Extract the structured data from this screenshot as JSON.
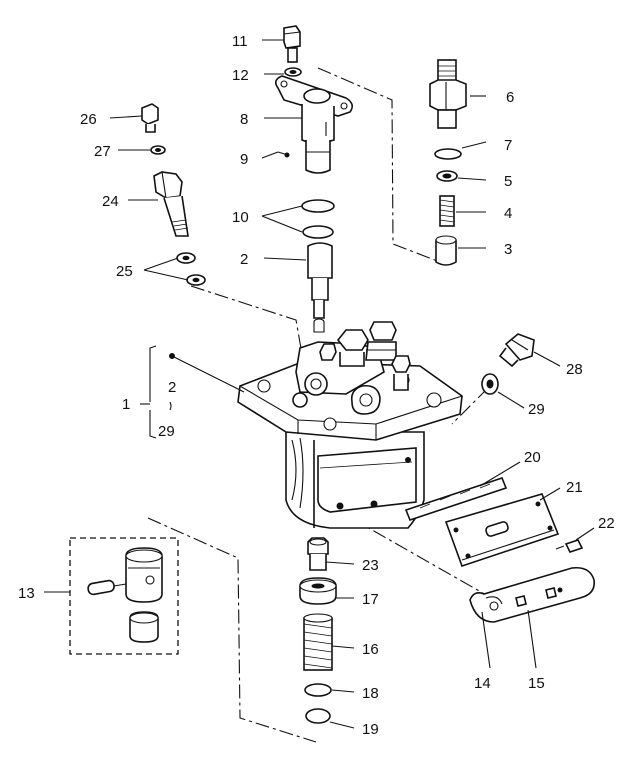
{
  "diagram": {
    "callouts": [
      {
        "id": "c11",
        "text": "11"
      },
      {
        "id": "c12",
        "text": "12"
      },
      {
        "id": "c8",
        "text": "8"
      },
      {
        "id": "c9",
        "text": "9"
      },
      {
        "id": "c10",
        "text": "10"
      },
      {
        "id": "c2",
        "text": "2"
      },
      {
        "id": "c6",
        "text": "6"
      },
      {
        "id": "c7",
        "text": "7"
      },
      {
        "id": "c5",
        "text": "5"
      },
      {
        "id": "c4",
        "text": "4"
      },
      {
        "id": "c3",
        "text": "3"
      },
      {
        "id": "c26",
        "text": "26"
      },
      {
        "id": "c27",
        "text": "27"
      },
      {
        "id": "c24",
        "text": "24"
      },
      {
        "id": "c25",
        "text": "25"
      },
      {
        "id": "c1",
        "text": "1"
      },
      {
        "id": "c1a",
        "text": "2"
      },
      {
        "id": "c1b",
        "text": "29"
      },
      {
        "id": "c28",
        "text": "28"
      },
      {
        "id": "c29",
        "text": "29"
      },
      {
        "id": "c20",
        "text": "20"
      },
      {
        "id": "c21",
        "text": "21"
      },
      {
        "id": "c22",
        "text": "22"
      },
      {
        "id": "c13",
        "text": "13"
      },
      {
        "id": "c23",
        "text": "23"
      },
      {
        "id": "c17",
        "text": "17"
      },
      {
        "id": "c16",
        "text": "16"
      },
      {
        "id": "c18",
        "text": "18"
      },
      {
        "id": "c19",
        "text": "19"
      },
      {
        "id": "c14",
        "text": "14"
      },
      {
        "id": "c15",
        "text": "15"
      }
    ]
  }
}
